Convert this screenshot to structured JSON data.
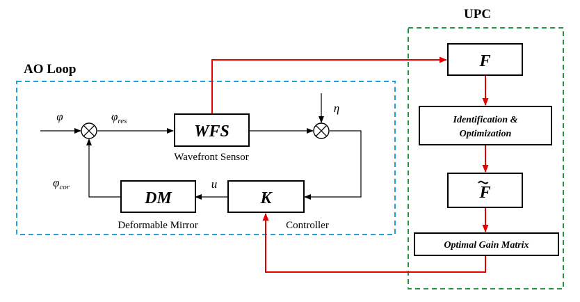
{
  "titles": {
    "ao_loop": "AO Loop",
    "upc": "UPC"
  },
  "blocks": {
    "wfs": "WFS",
    "dm": "DM",
    "k": "K",
    "f": "F",
    "ftilde": "F",
    "identification_line1": "Identification &",
    "identification_line2": "Optimization",
    "optimal_gain": "Optimal Gain Matrix"
  },
  "captions": {
    "wfs": "Wavefront Sensor",
    "dm": "Deformable Mirror",
    "controller": "Controller"
  },
  "signals": {
    "phi": "φ",
    "phi_res_base": "φ",
    "phi_res_sub": "res",
    "phi_cor_base": "φ",
    "phi_cor_sub": "cor",
    "eta": "η",
    "u": "u"
  },
  "colors": {
    "ao_box": "#1fa0e0",
    "upc_box": "#1a9a3a",
    "feedback_wire": "#e60000"
  }
}
